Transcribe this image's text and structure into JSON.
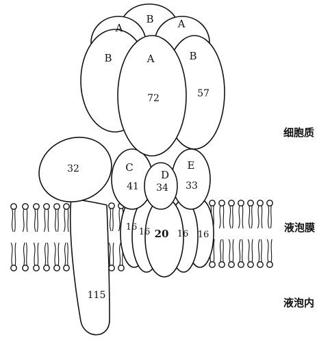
{
  "diagram": {
    "subunits": {
      "A_top_left": "A",
      "B_top": "B",
      "A_top_right": "A",
      "B_left": "B",
      "A_center": "A",
      "B_right": "B",
      "A_center_value": "72",
      "B_right_value": "57",
      "C": "C",
      "C_value": "41",
      "D": "D",
      "D_value": "34",
      "E": "E",
      "E_value": "33",
      "left_32": "32",
      "left_115": "115",
      "c16_1": "16",
      "c16_2": "16",
      "c20": "20",
      "c16_3": "16",
      "c16_4": "16"
    },
    "regions": {
      "cytoplasm": "细胞质",
      "vacuole_membrane": "液泡膜",
      "vacuole_interior": "液泡内"
    }
  }
}
